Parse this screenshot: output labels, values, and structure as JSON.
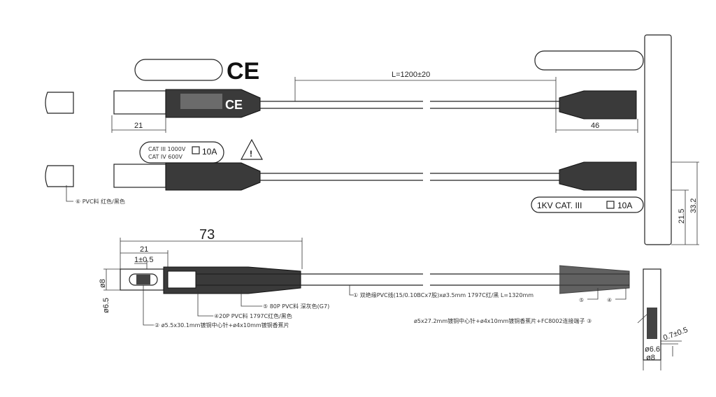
{
  "marks": {
    "ce": "CE",
    "cat_iii": "CAT III 1000V",
    "cat_iv": "CAT IV 600V",
    "amp": "10A",
    "warning_icon": "warning-triangle",
    "kv_label": "1KV CAT. III",
    "kv_amp": "10A"
  },
  "dimensions": {
    "length": "L=1200±20",
    "tip_21_top": "21",
    "right_46": "46",
    "right_21_5": "21.5",
    "right_33_2": "33.2",
    "overall_73": "73",
    "tip_21_bottom": "21",
    "tol_1": "1±0.5",
    "dia_8": "ø8",
    "dia_6_5": "ø6.5",
    "tol_0_7": "0.7±0.5",
    "dia_6_6": "ø6.6",
    "dia_8_bottom": "ø8"
  },
  "callouts": {
    "part6": "⑥ PVC料 红色/黑色",
    "part1": "① 双绝缘PVC线(15/0.10BCx7股)xø3.5mm  1797C红/黑 L=1320mm",
    "part5": "⑤ 80P PVC料  深灰色(G7)",
    "part4": "④20P PVC料 1797C红色/黑色",
    "part2": "② ø5.5x30.1mm镀铜中心针+ø4x10mm镀铜香蕉片",
    "part3": "ø5x27.2mm镀铜中心针+ø4x10mm镀铜香蕉片+FC8002连接端子 ③",
    "part5_right": "⑤",
    "part4_right": "④"
  }
}
